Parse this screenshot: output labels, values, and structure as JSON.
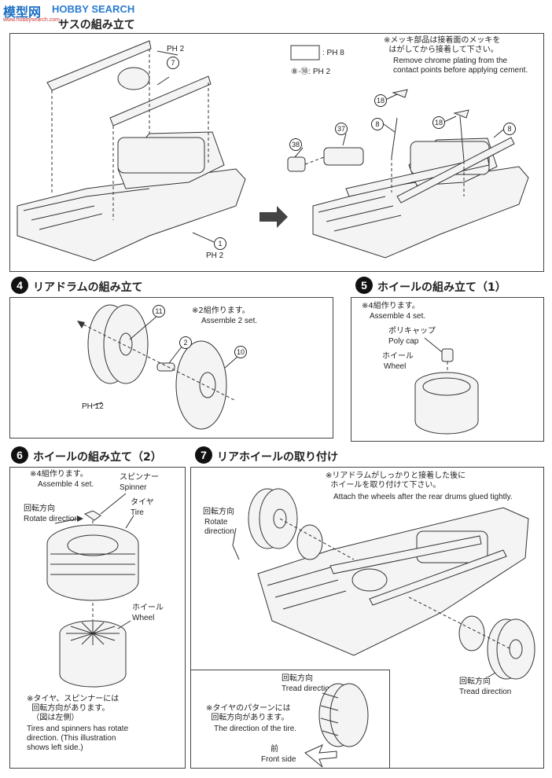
{
  "watermark": {
    "logo": "模型网",
    "text": "HOBBY SEARCH",
    "url": "www.hobbysearch.com"
  },
  "step3": {
    "title": "サスの組み立て",
    "parts_ref_a": "PH 2",
    "note_jp": "※メッキ部品は接着面のメッキを\n  はがしてから接着して下さい。",
    "note_en": "Remove chrome plating from the\ncontact points before applying cement.",
    "legend_ref": ": PH 8",
    "legend_parts": "⑧·⑱: PH 2",
    "callouts": [
      "7",
      "1",
      "18",
      "18",
      "8",
      "8",
      "37",
      "38"
    ],
    "ref_1": "PH 2"
  },
  "step4": {
    "num": "4",
    "title": "リアドラムの組み立て",
    "note_jp": "※2組作ります。",
    "note_en": "Assemble 2 set.",
    "callouts": [
      "11",
      "2",
      "10"
    ],
    "ref": "PH 12"
  },
  "step5": {
    "num": "5",
    "title": "ホイールの組み立て（1）",
    "note_jp": "※4組作ります。",
    "note_en": "Assemble 4 set.",
    "polycap_jp": "ポリキャップ",
    "polycap_en": "Poly cap",
    "wheel_jp": "ホイール",
    "wheel_en": "Wheel"
  },
  "step6": {
    "num": "6",
    "title": "ホイールの組み立て（2）",
    "note_jp": "※4組作ります。",
    "note_en": "Assemble 4 set.",
    "spinner_jp": "スピンナー",
    "spinner_en": "Spinner",
    "rotate_jp": "回転方向",
    "rotate_en": "Rotate direction",
    "tire_jp": "タイヤ",
    "tire_en": "Tire",
    "wheel_jp": "ホイール",
    "wheel_en": "Wheel",
    "warn_jp": "※タイヤ、スピンナーには\n  回転方向があります。\n  （図は左側）",
    "warn_en": "Tires and spinners has rotate\ndirection. (This illustration\nshows left side.)"
  },
  "step7": {
    "num": "7",
    "title": "リアホイールの取り付け",
    "note_jp": "※リアドラムがしっかりと接着した後に\n  ホイールを取り付けて下さい。",
    "note_en": "Attach the wheels after the rear drums glued tightly.",
    "rotate_jp": "回転方向",
    "rotate_en": "Rotate\ndirection",
    "tread_jp": "回転方向",
    "tread_en": "Tread direction",
    "tread_jp2": "回転方向",
    "tread_en2": "Tread direction",
    "pattern_jp": "※タイヤのパターンには\n  回転方向があります。",
    "pattern_en": "The direction of the tire.",
    "front_jp": "前",
    "front_en": "Front side"
  }
}
